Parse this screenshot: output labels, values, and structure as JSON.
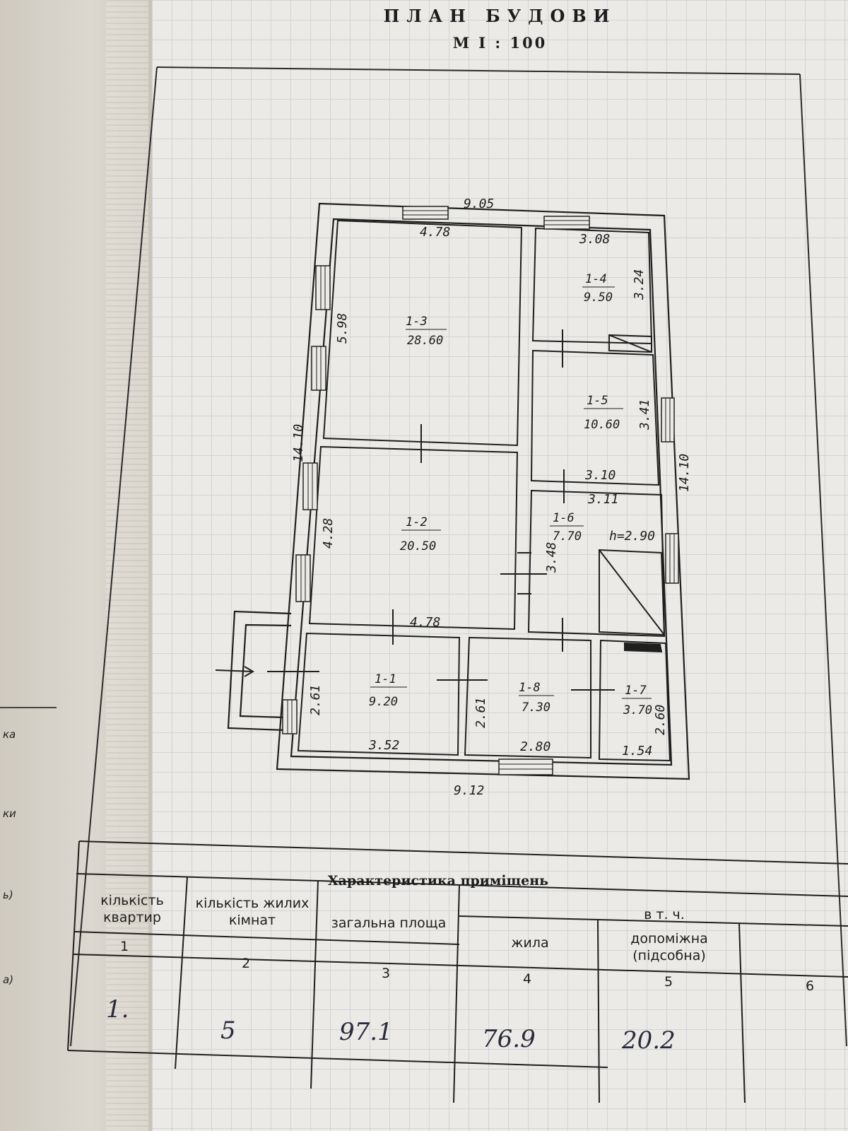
{
  "header": {
    "title": "ПЛАН БУДОВИ",
    "scale": "М І : 100"
  },
  "plan": {
    "outer_dims": {
      "top": "9.05",
      "bottom": "9.12",
      "left": "14.10",
      "right": "14.10"
    },
    "rooms": [
      {
        "id": "1-1",
        "area": "9.20"
      },
      {
        "id": "1-2",
        "area": "20.50"
      },
      {
        "id": "1-3",
        "area": "28.60"
      },
      {
        "id": "1-4",
        "area": "9.50"
      },
      {
        "id": "1-5",
        "area": "10.60"
      },
      {
        "id": "1-6",
        "area": "7.70"
      },
      {
        "id": "1-7",
        "area": "3.70"
      },
      {
        "id": "1-8",
        "area": "7.30"
      }
    ],
    "inner_dims": {
      "r13_w": "4.78",
      "r13_h": "5.98",
      "r14_w": "3.08",
      "r14_h": "3.24",
      "r15_h": "3.41",
      "r15_w": "3.10",
      "r16_w": "3.11",
      "r16_h": "3.48",
      "r16_height": "h=2.90",
      "r12_h": "4.28",
      "r12_w": "4.78",
      "r11_h": "2.61",
      "r11_w": "3.52",
      "r18_h": "2.61",
      "r18_w": "2.80",
      "r17_h": "2.60",
      "r17_w": "1.54"
    }
  },
  "table": {
    "title": "Характеристика приміщень",
    "headers": {
      "apartments": "кількість квартир",
      "living_rooms": "кількість жилих кімнат",
      "total_area": "загальна площа",
      "group": "в т. ч.",
      "living": "жила",
      "auxiliary": "допоміжна (підсобна)"
    },
    "col_numbers": [
      "1",
      "2",
      "3",
      "4",
      "5",
      "6"
    ],
    "values": {
      "apartments": "1.",
      "living_rooms": "5",
      "total_area": "97.1",
      "living": "76.9",
      "auxiliary": "20.2"
    }
  },
  "left_page": {
    "labels": [
      "ка",
      "ки",
      "ь)",
      "а)"
    ]
  }
}
